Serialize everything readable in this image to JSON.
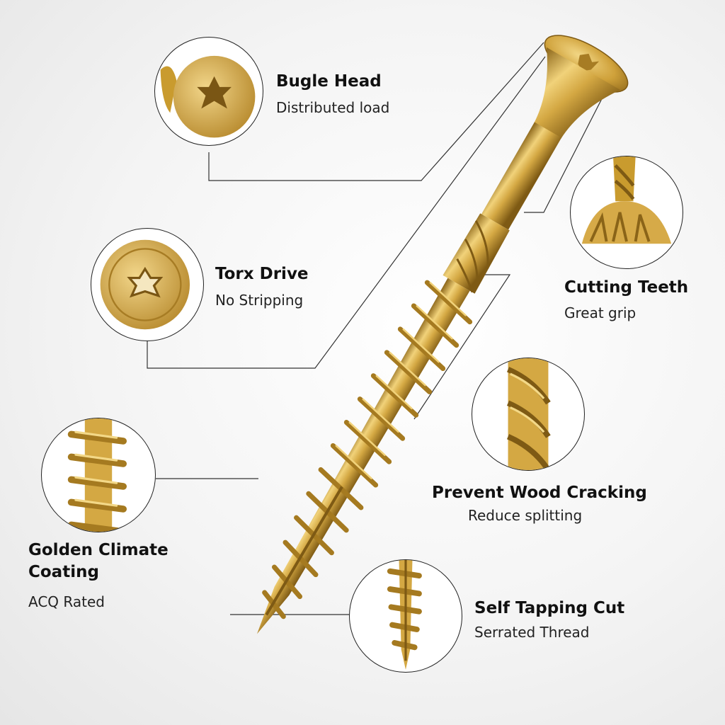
{
  "features": [
    {
      "title": "Bugle Head",
      "subtitle": "Distributed load"
    },
    {
      "title": "Torx Drive",
      "subtitle": "No Stripping"
    },
    {
      "title": "Cutting Teeth",
      "subtitle": "Great grip"
    },
    {
      "title": "Prevent Wood Cracking",
      "subtitle": "Reduce splitting"
    },
    {
      "title": "Golden Climate",
      "title_line2": "Coating",
      "subtitle": "ACQ Rated"
    },
    {
      "title": "Self Tapping Cut",
      "subtitle": "Serrated Thread"
    }
  ],
  "colors": {
    "gold_light": "#e9c86a",
    "gold": "#c99b2e",
    "gold_dark": "#8a6418",
    "line": "#333333"
  }
}
